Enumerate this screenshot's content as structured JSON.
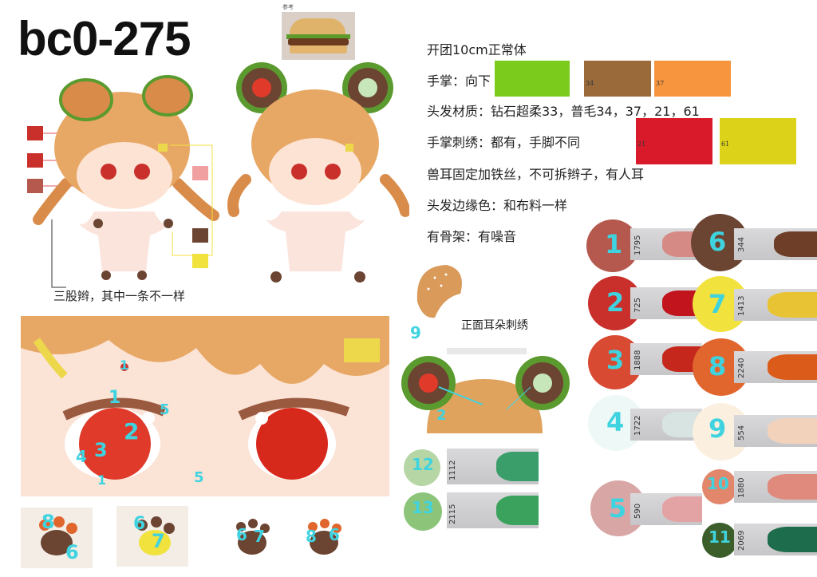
{
  "code": "bc0-275",
  "ref_label": "参考",
  "specs": [
    "开团10cm正常体",
    "手掌：向下",
    "头发材质：钻石超柔33，普毛34，37，21，61",
    "手掌刺绣：都有，手脚不同",
    "兽耳固定加铁丝，不可拆辫子，有人耳",
    "头发边缘色：和布料一样",
    "有骨架：有噪音"
  ],
  "fabric_swatches": [
    {
      "label": "",
      "color": "#7acb1c"
    },
    {
      "label": "34",
      "color": "#9a6a3b"
    },
    {
      "label": "37",
      "color": "#f6953e"
    },
    {
      "label": "21",
      "color": "#d91a2a"
    },
    {
      "label": "61",
      "color": "#dcd21a"
    }
  ],
  "notes": {
    "braid": "三股辫，其中一条不一样",
    "ear_embroidery": "正面耳朵刺绣"
  },
  "threads": [
    {
      "num": "1",
      "code": "1795",
      "color": "#b5584e",
      "thread_color": "#d68a86"
    },
    {
      "num": "2",
      "code": "725",
      "color": "#c9302b",
      "thread_color": "#c2141c"
    },
    {
      "num": "3",
      "code": "1888",
      "color": "#d94a32",
      "thread_color": "#c5271c"
    },
    {
      "num": "4",
      "code": "1722",
      "color": "#eef8f7",
      "thread_color": "#d7e4e2"
    },
    {
      "num": "5",
      "code": "590",
      "color": "#d9a6a6",
      "thread_color": "#e3a3a5"
    },
    {
      "num": "6",
      "code": "344",
      "color": "#6b4432",
      "thread_color": "#6e3e29"
    },
    {
      "num": "7",
      "code": "1413",
      "color": "#f1e23e",
      "thread_color": "#e8c434"
    },
    {
      "num": "8",
      "code": "2240",
      "color": "#e0662d",
      "thread_color": "#db5c1a"
    },
    {
      "num": "9",
      "code": "554",
      "color": "#fbf0e0",
      "thread_color": "#f3d2bc"
    },
    {
      "num": "10",
      "code": "1880",
      "color": "#e2866c",
      "thread_color": "#e08a7d"
    },
    {
      "num": "11",
      "code": "2069",
      "color": "#3c5e2a",
      "thread_color": "#1d6c4b"
    },
    {
      "num": "12",
      "code": "1112",
      "color": "#b7d6a6",
      "thread_color": "#3a9e6a"
    },
    {
      "num": "13",
      "code": "2115",
      "color": "#8cc47a",
      "thread_color": "#3aa25c"
    }
  ],
  "eye_labels": [
    "1",
    "2",
    "3",
    "4",
    "5",
    "1",
    "5",
    "1"
  ],
  "paw_labels": [
    "8",
    "6",
    "6",
    "7",
    "6",
    "7",
    "8",
    "6"
  ],
  "ear_labels": [
    "2",
    "9"
  ]
}
